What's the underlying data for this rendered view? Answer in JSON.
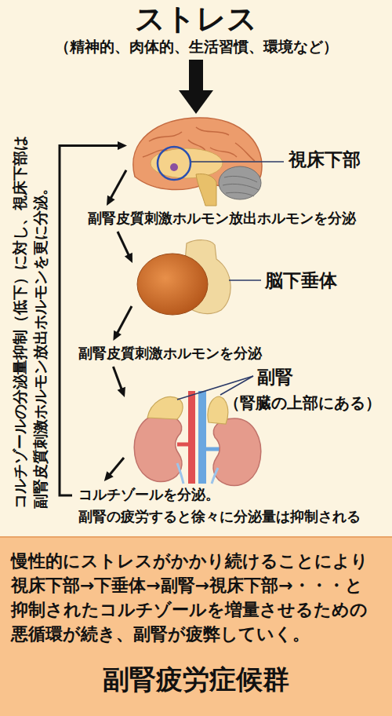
{
  "diagram": {
    "nodes": [
      {
        "text": [
          "ストレス",
          "（精神的、肉体的、生活習慣、環境など）"
        ]
      },
      {
        "text": [
          "視床下部"
        ]
      },
      {
        "text": [
          "副腎皮質刺激ホルモン放出ホルモンを分泌"
        ]
      },
      {
        "text": [
          "脳下垂体"
        ]
      },
      {
        "text": [
          "副腎皮質刺激ホルモンを分泌"
        ]
      },
      {
        "text": [
          "副腎",
          "（腎臓の上部にある）"
        ]
      },
      {
        "text": [
          "コルチゾールを分泌。",
          "副腎の疲労すると徐々に分泌量は抑制される"
        ]
      },
      {
        "text": [
          "慢性的にストレスがかかり続けることにより 視床下部→下垂体→副腎→視床下部→・・・と 抑制されたコルチゾールを増量させるための 悪循環が続き、副腎が疲弊していく。",
          "副腎疲労症候群"
        ]
      }
    ],
    "edges": [
      {
        "from": 0,
        "to": 1,
        "arrow": "to"
      },
      {
        "from": 1,
        "to": 2,
        "arrow": "to"
      },
      {
        "from": 2,
        "to": 3,
        "arrow": "to"
      },
      {
        "from": 3,
        "to": 4,
        "arrow": "to"
      },
      {
        "from": 4,
        "to": 5,
        "arrow": "to"
      },
      {
        "from": 5,
        "to": 6,
        "arrow": "to"
      },
      {
        "from": 6,
        "to": 1,
        "arrow": "to",
        "label": "コルチゾールの分泌量抑制（低下）に対し、視床下部は 副腎皮質刺激ホルモン放出ホルモンを更に分泌。"
      }
    ]
  }
}
